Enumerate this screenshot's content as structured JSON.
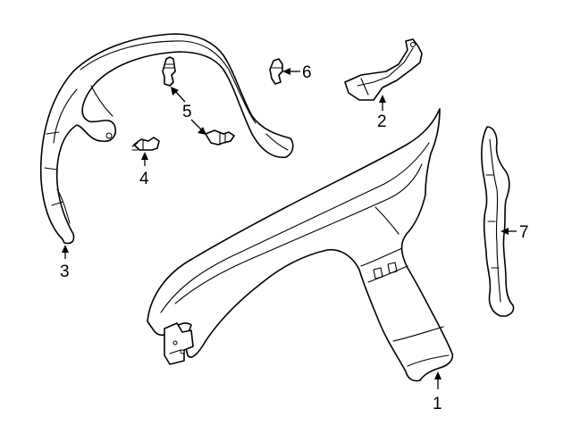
{
  "diagram": {
    "callouts": [
      {
        "id": "1",
        "label": "1",
        "part": "fender"
      },
      {
        "id": "2",
        "label": "2",
        "part": "fender-bracket"
      },
      {
        "id": "3",
        "label": "3",
        "part": "fender-liner"
      },
      {
        "id": "4",
        "label": "4",
        "part": "liner-clip"
      },
      {
        "id": "5",
        "label": "5",
        "part": "liner-retainer"
      },
      {
        "id": "6",
        "label": "6",
        "part": "bracket-clip"
      },
      {
        "id": "7",
        "label": "7",
        "part": "fender-seal"
      }
    ]
  }
}
